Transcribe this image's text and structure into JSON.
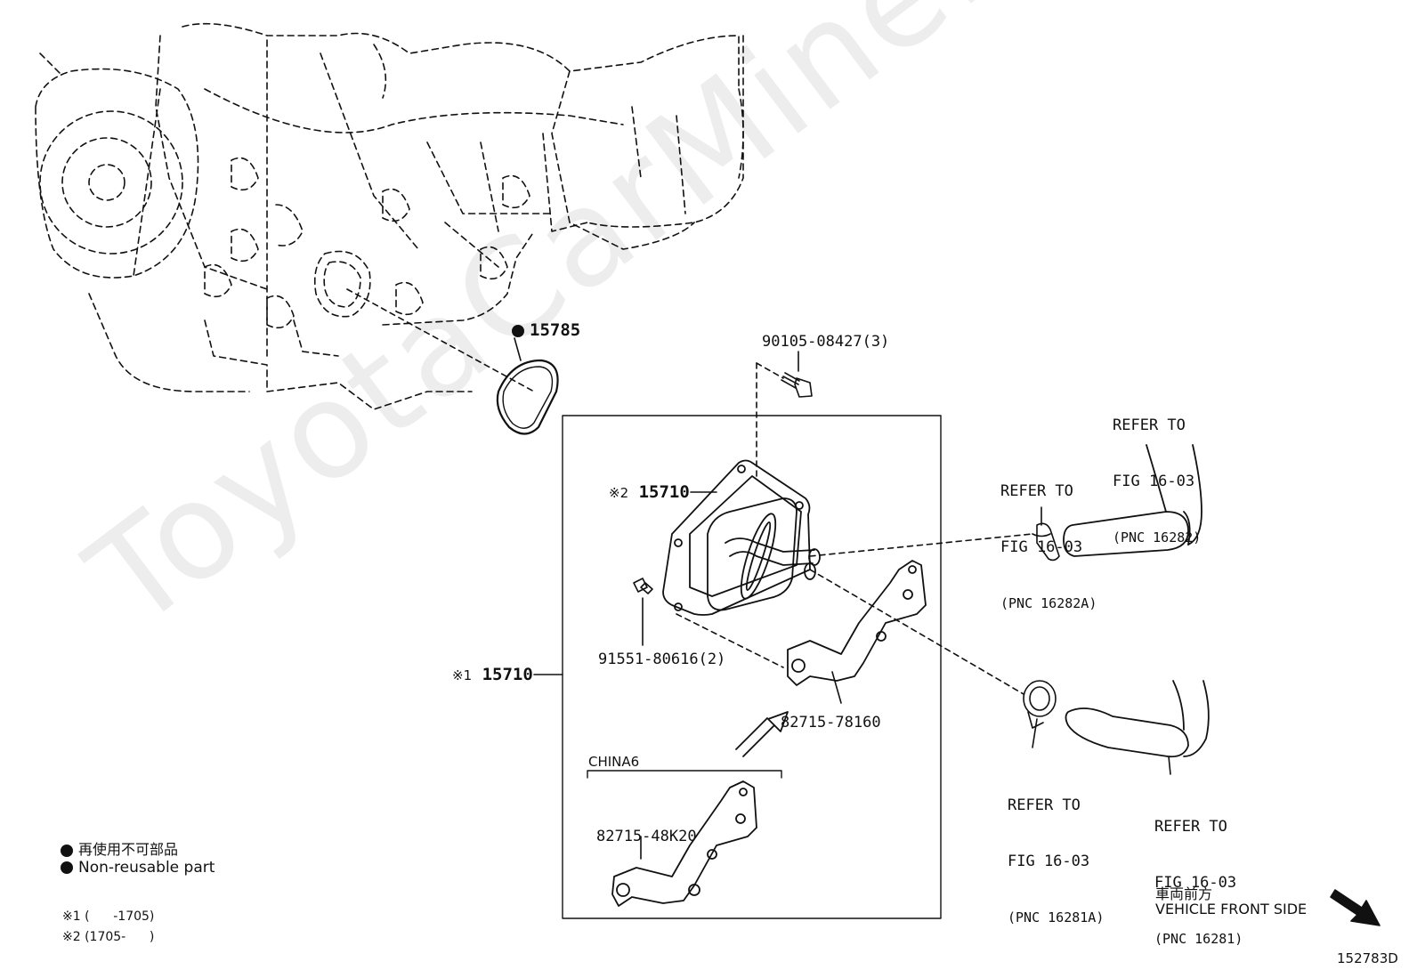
{
  "watermark": "ToyotaCarMine.ru",
  "parts": {
    "gasket": "15785",
    "bolt": "90105-08427(3)",
    "cooler_a": "15710",
    "cooler_b": "15710",
    "cooler_a_mark": "※2",
    "cooler_b_mark": "※1",
    "drain": "91551-80616(2)",
    "bracket": "82715-78160",
    "bracket_china": "82715-48K20",
    "china_label": "CHINA6"
  },
  "refs": {
    "r1_line1": "REFER TO",
    "r1_line2": "FIG 16-03",
    "r1_pnc": "(PNC 16282)",
    "r2_line1": "REFER TO",
    "r2_line2": "FIG 16-03",
    "r2_pnc": "(PNC 16282A)",
    "r3_line1": "REFER TO",
    "r3_line2": "FIG 16-03",
    "r3_pnc": "(PNC 16281A)",
    "r4_line1": "REFER TO",
    "r4_line2": "FIG 16-03",
    "r4_pnc": "(PNC 16281)"
  },
  "legend": {
    "jp": "再使用不可部品",
    "en": "Non-reusable part",
    "note1": "※1 (      -1705)",
    "note2": "※2 (1705-      )"
  },
  "front": {
    "jp": "車両前方",
    "en": "VEHICLE FRONT SIDE"
  },
  "figure_id": "152783D"
}
